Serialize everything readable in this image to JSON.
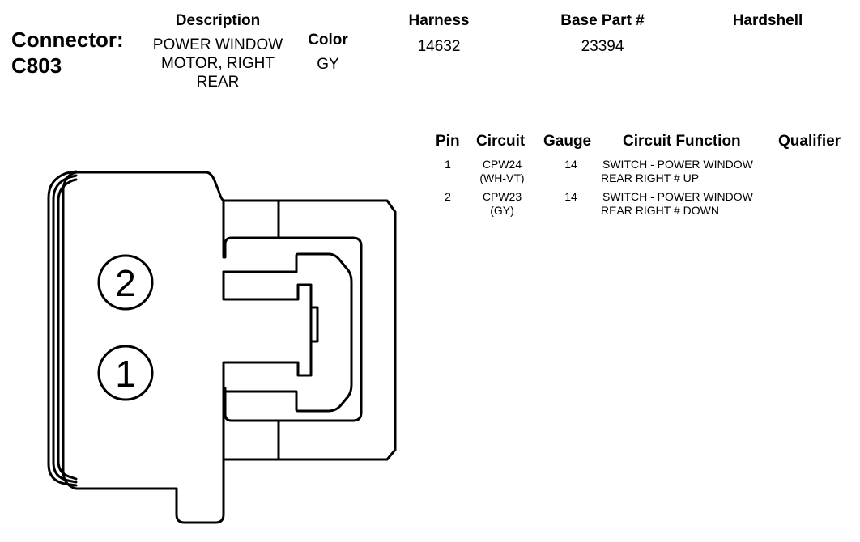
{
  "connector": {
    "label": "Connector:",
    "id": "C803"
  },
  "headers": {
    "description": "Description",
    "color": "Color",
    "harness": "Harness",
    "base_part": "Base Part #",
    "hardshell": "Hardshell"
  },
  "values": {
    "description_lines": [
      "POWER WINDOW",
      "MOTOR, RIGHT",
      "REAR"
    ],
    "color": "GY",
    "harness": "14632",
    "base_part": "23394",
    "hardshell": ""
  },
  "pin_table": {
    "columns": [
      "Pin",
      "Circuit",
      "Gauge",
      "Circuit Function",
      "Qualifier"
    ],
    "rows": [
      {
        "pin": "1",
        "circuit": "CPW24",
        "circuit_color": "(WH-VT)",
        "gauge": "14",
        "function_l1": "SWITCH - POWER WINDOW",
        "function_l2": "REAR RIGHT # UP",
        "qualifier": ""
      },
      {
        "pin": "2",
        "circuit": "CPW23",
        "circuit_color": "(GY)",
        "gauge": "14",
        "function_l1": "SWITCH - POWER WINDOW",
        "function_l2": "REAR RIGHT # DOWN",
        "qualifier": ""
      }
    ]
  },
  "diagram": {
    "pin_labels": [
      "2",
      "1"
    ]
  }
}
